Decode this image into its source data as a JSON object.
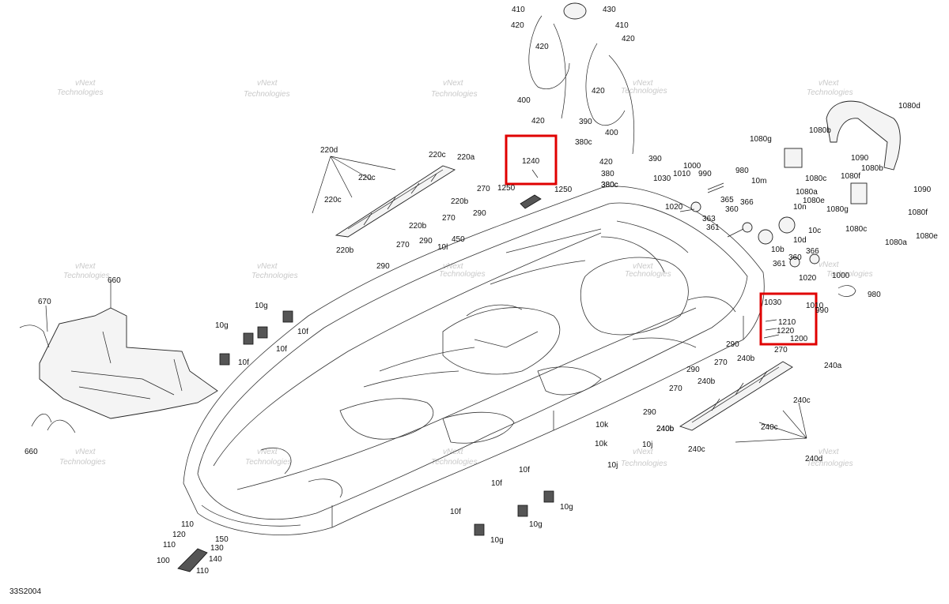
{
  "diagram": {
    "drawing_code": "33S2004",
    "watermark_line1": "vNext",
    "watermark_line2": "Technologies",
    "highlight_color": "#e00000",
    "callouts": [
      "410",
      "430",
      "410",
      "420",
      "420",
      "420",
      "400",
      "420",
      "400",
      "420",
      "390",
      "380c",
      "380c",
      "420",
      "390",
      "380",
      "380c",
      "1240",
      "1250",
      "1250",
      "220d",
      "220c",
      "220a",
      "220c",
      "220c",
      "270",
      "220b",
      "290",
      "270",
      "220b",
      "290",
      "270",
      "450",
      "10l",
      "290",
      "220b",
      "980",
      "1030",
      "1010",
      "1000",
      "990",
      "1020",
      "365",
      "366",
      "363",
      "360",
      "361",
      "10b",
      "10c",
      "10d",
      "366",
      "360",
      "361",
      "1020",
      "1000",
      "1010",
      "990",
      "980",
      "1030",
      "1210",
      "1220",
      "1200",
      "270",
      "1080d",
      "1080b",
      "1080g",
      "1090",
      "1080c",
      "1080f",
      "1080b",
      "10m",
      "1080a",
      "1080e",
      "1090",
      "10n",
      "1080g",
      "1080f",
      "1080c",
      "1080e",
      "1080a",
      "240a",
      "290",
      "240b",
      "270",
      "240b",
      "290",
      "270",
      "240b",
      "290",
      "240c",
      "240c",
      "240b",
      "240c",
      "240d",
      "660",
      "670",
      "10g",
      "10g",
      "10f",
      "10f",
      "10f",
      "660",
      "10k",
      "10j",
      "10k",
      "10j",
      "10f",
      "10f",
      "10g",
      "10g",
      "10f",
      "10g",
      "110",
      "120",
      "150",
      "110",
      "130",
      "140",
      "100",
      "110"
    ]
  }
}
